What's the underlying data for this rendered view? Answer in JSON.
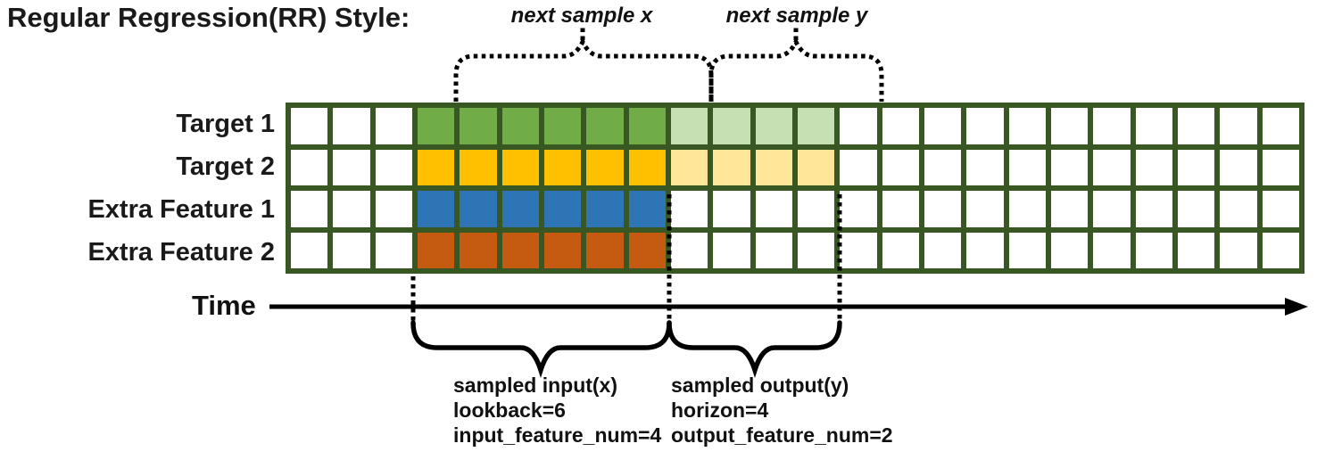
{
  "title": "Regular Regression(RR) Style:",
  "colors": {
    "grid_border": "#385723",
    "empty_cell": "#FFFFFF",
    "annotation": "#000000"
  },
  "grid": {
    "columns": 24,
    "input_start_col": 4,
    "lookback": 6,
    "horizon": 4,
    "rows": [
      {
        "label": "Target 1",
        "input_color": "#70AD47",
        "output_color": "#C6E0B4"
      },
      {
        "label": "Target 2",
        "input_color": "#FFC000",
        "output_color": "#FFE699"
      },
      {
        "label": "Extra Feature 1",
        "input_color": "#2E75B6",
        "output_color": null
      },
      {
        "label": "Extra Feature 2",
        "input_color": "#C55A11",
        "output_color": null
      }
    ]
  },
  "time_axis": {
    "label": "Time"
  },
  "annotations": {
    "next_sample_x": "next sample x",
    "next_sample_y": "next sample y",
    "sampled_input": {
      "title": "sampled input(x)",
      "lookback": "lookback=6",
      "features": "input_feature_num=4"
    },
    "sampled_output": {
      "title": "sampled output(y)",
      "horizon": "horizon=4",
      "features": "output_feature_num=2"
    }
  }
}
